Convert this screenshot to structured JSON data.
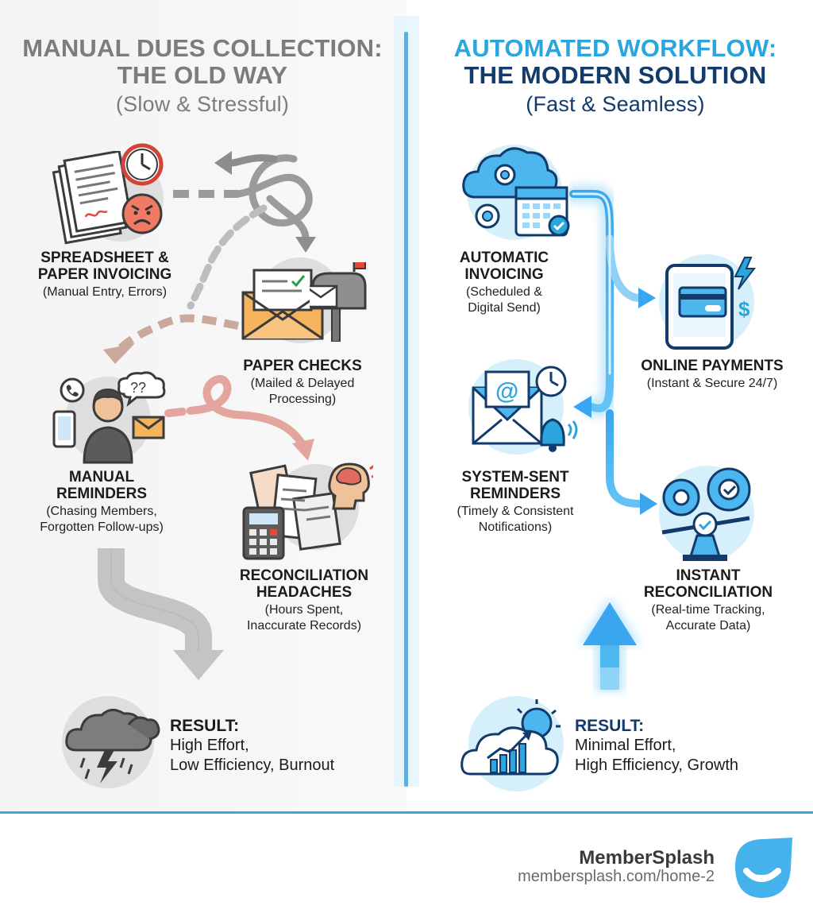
{
  "left": {
    "header": {
      "line1": "MANUAL DUES COLLECTION:",
      "line2": "THE OLD WAY",
      "line3": "(Slow & Stressful)"
    },
    "steps": [
      {
        "title": "SPREADSHEET &",
        "title2": "PAPER INVOICING",
        "desc": "(Manual Entry, Errors)"
      },
      {
        "title": "PAPER CHECKS",
        "desc": "(Mailed & Delayed\nProcessing)"
      },
      {
        "title": "MANUAL",
        "title2": "REMINDERS",
        "desc": "(Chasing Members,\nForgotten Follow-ups)"
      },
      {
        "title": "RECONCILIATION",
        "title2": "HEADACHES",
        "desc": "(Hours Spent,\nInaccurate Records)"
      }
    ],
    "result": {
      "label": "RESULT:",
      "desc": "High Effort,\nLow Efficiency, Burnout"
    },
    "icons": [
      "paper-stack-icon",
      "clock-icon",
      "angry-face-icon",
      "envelope-check-icon",
      "mailbox-icon",
      "phone-icon",
      "question-bubble-icon",
      "person-icon",
      "envelope-icon",
      "calculator-icon",
      "receipts-icon",
      "headache-head-icon",
      "storm-cloud-icon"
    ]
  },
  "right": {
    "header": {
      "line1": "AUTOMATED WORKFLOW:",
      "line2": "THE MODERN SOLUTION",
      "line3": "(Fast & Seamless)"
    },
    "steps": [
      {
        "title": "AUTOMATIC",
        "title2": "INVOICING",
        "desc": "(Scheduled &\nDigital Send)"
      },
      {
        "title": "ONLINE PAYMENTS",
        "desc": "(Instant & Secure 24/7)"
      },
      {
        "title": "SYSTEM-SENT",
        "title2": "REMINDERS",
        "desc": "(Timely & Consistent\nNotifications)"
      },
      {
        "title": "INSTANT",
        "title2": "RECONCILIATION",
        "desc": "(Real-time Tracking,\nAccurate Data)"
      }
    ],
    "result": {
      "label": "RESULT:",
      "desc": "Minimal Effort,\nHigh Efficiency, Growth"
    },
    "icons": [
      "cloud-gear-calendar-icon",
      "tablet-card-icon",
      "email-clock-bell-icon",
      "gears-scale-icon",
      "sun-cloud-growth-icon"
    ]
  },
  "footer": {
    "brand": "MemberSplash",
    "url": "membersplash.com/home-2"
  },
  "colors": {
    "left_title": "#7c7c7c",
    "right_accent": "#2aa5dd",
    "right_dark": "#123a6b",
    "footer_rule": "#3aa6e0"
  }
}
